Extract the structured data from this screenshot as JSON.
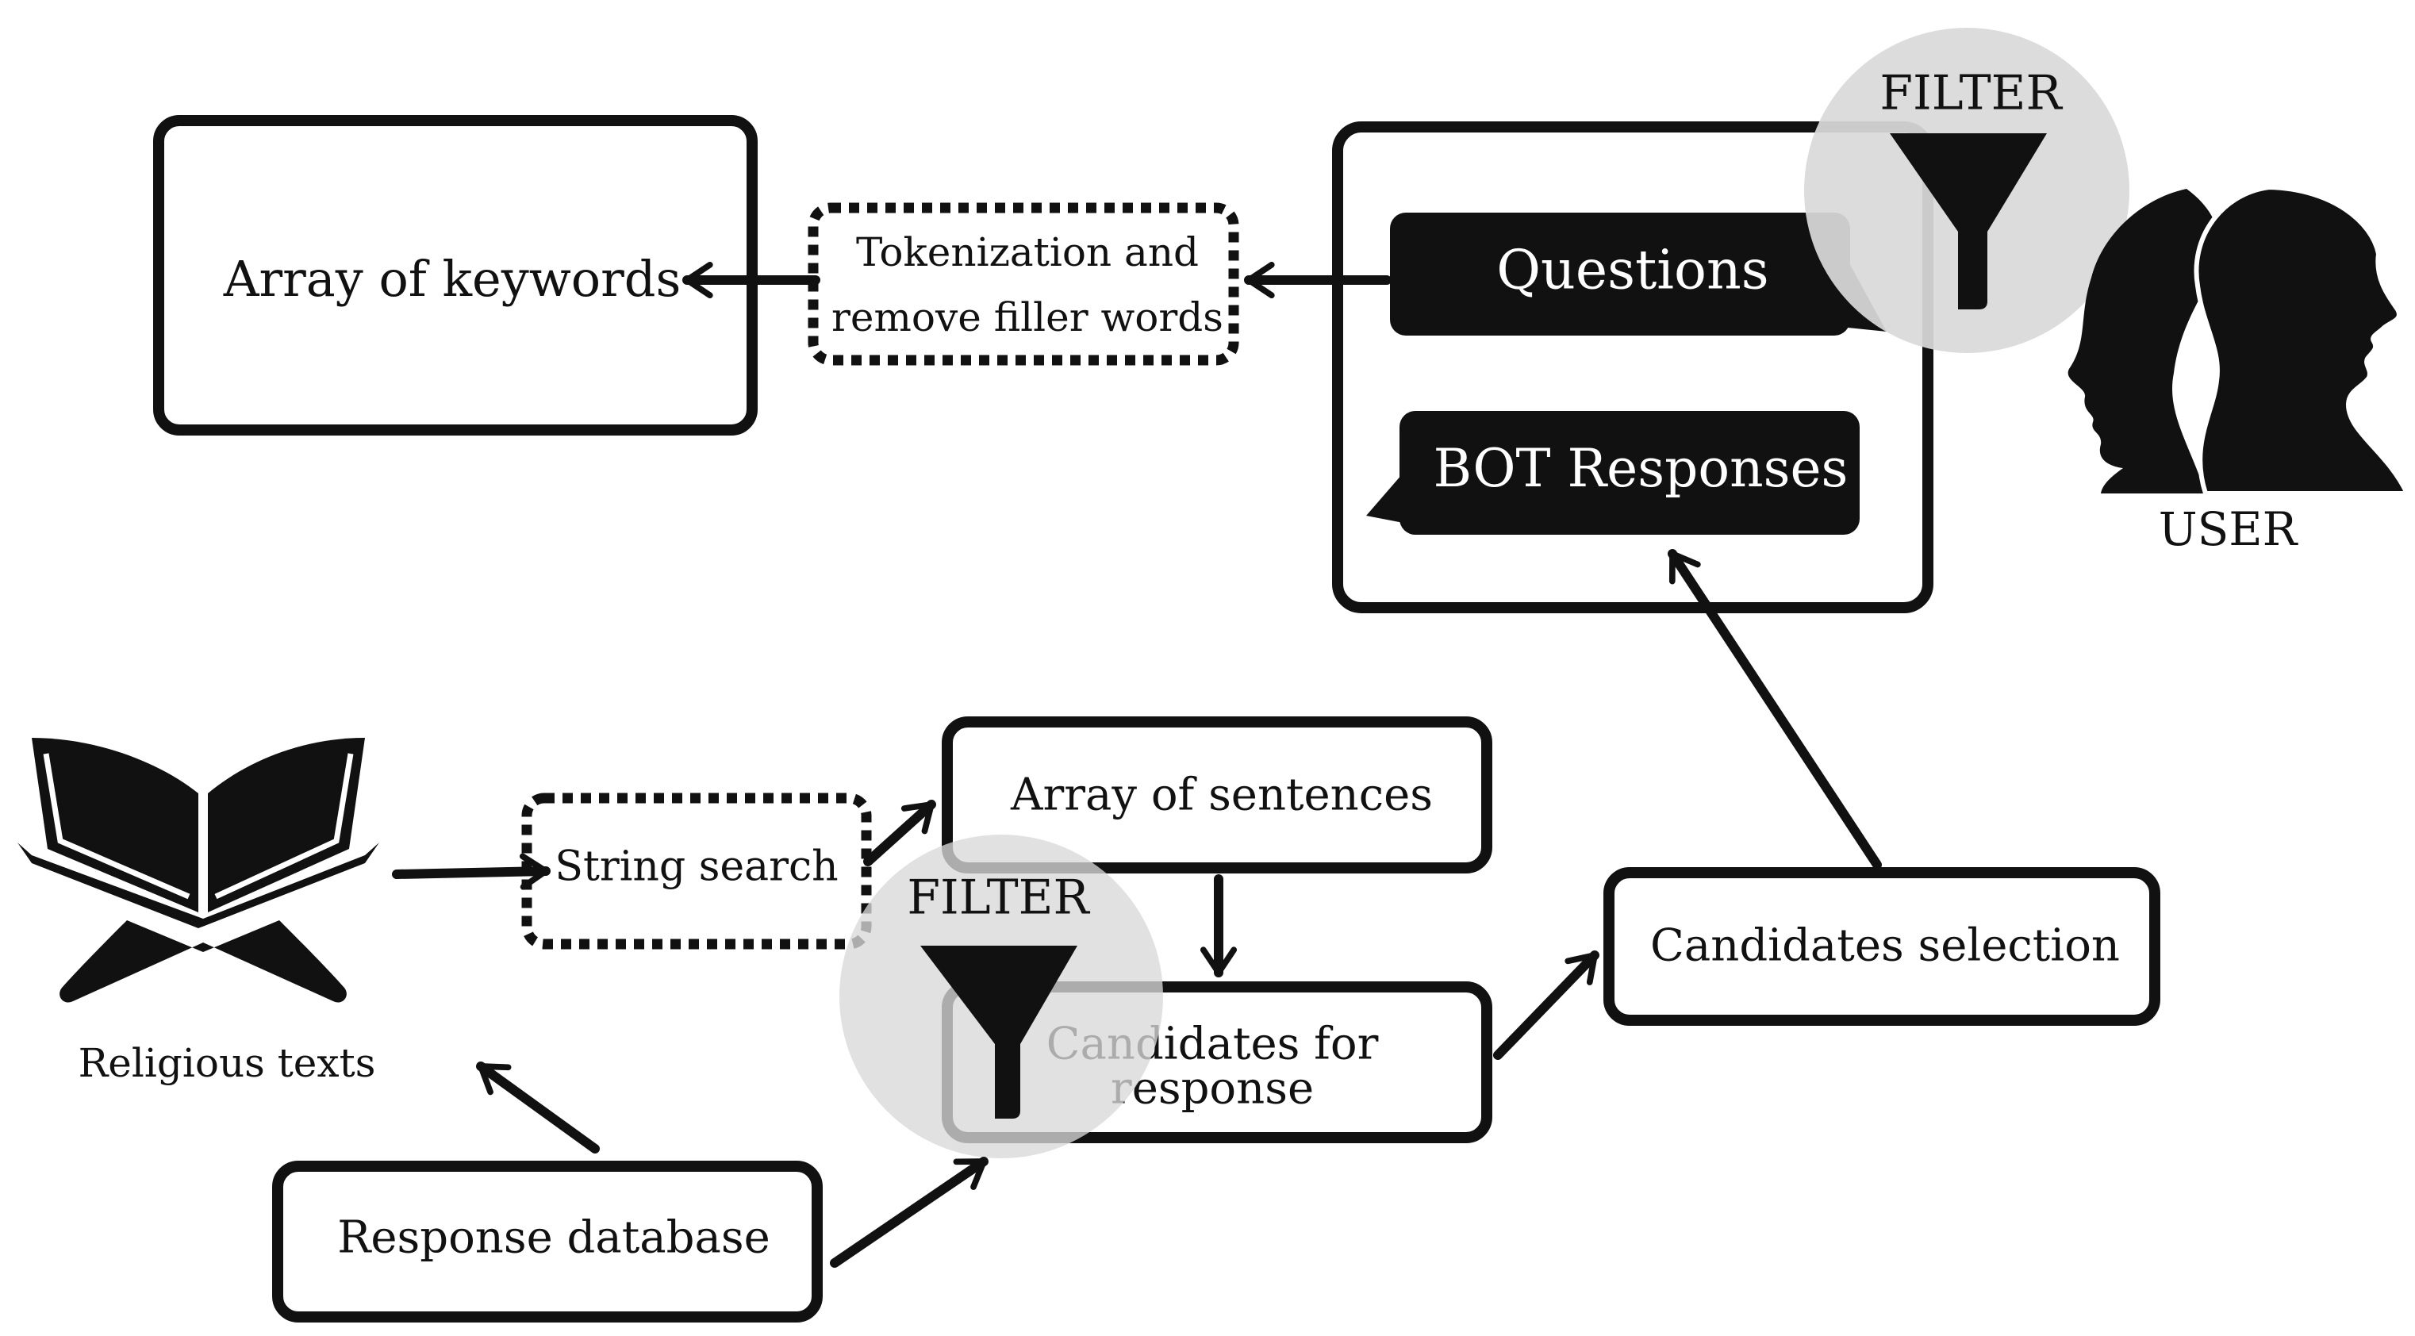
{
  "labels": {
    "array_of_keywords": "Array of keywords",
    "tokenization_line1": "Tokenization and",
    "tokenization_line2": "remove filler words",
    "questions": "Questions",
    "bot_responses": "BOT Responses",
    "filter_top": "FILTER",
    "user": "USER",
    "religious_texts": "Religious texts",
    "string_search": "String search",
    "array_of_sentences": "Array of sentences",
    "filter_bottom": "FILTER",
    "candidates_for_response_line1": "Candidates for",
    "candidates_for_response_line2": "response",
    "candidates_selection": "Candidates selection",
    "response_database": "Response database"
  },
  "colors": {
    "ink": "#111111",
    "background": "#ffffff",
    "filter_circle": "#d9d9d9",
    "bubble_text": "#ffffff"
  },
  "icons": {
    "filter": "funnel-icon",
    "user": "two-head-silhouette-icon",
    "religious_texts": "open-book-on-stand-icon"
  }
}
